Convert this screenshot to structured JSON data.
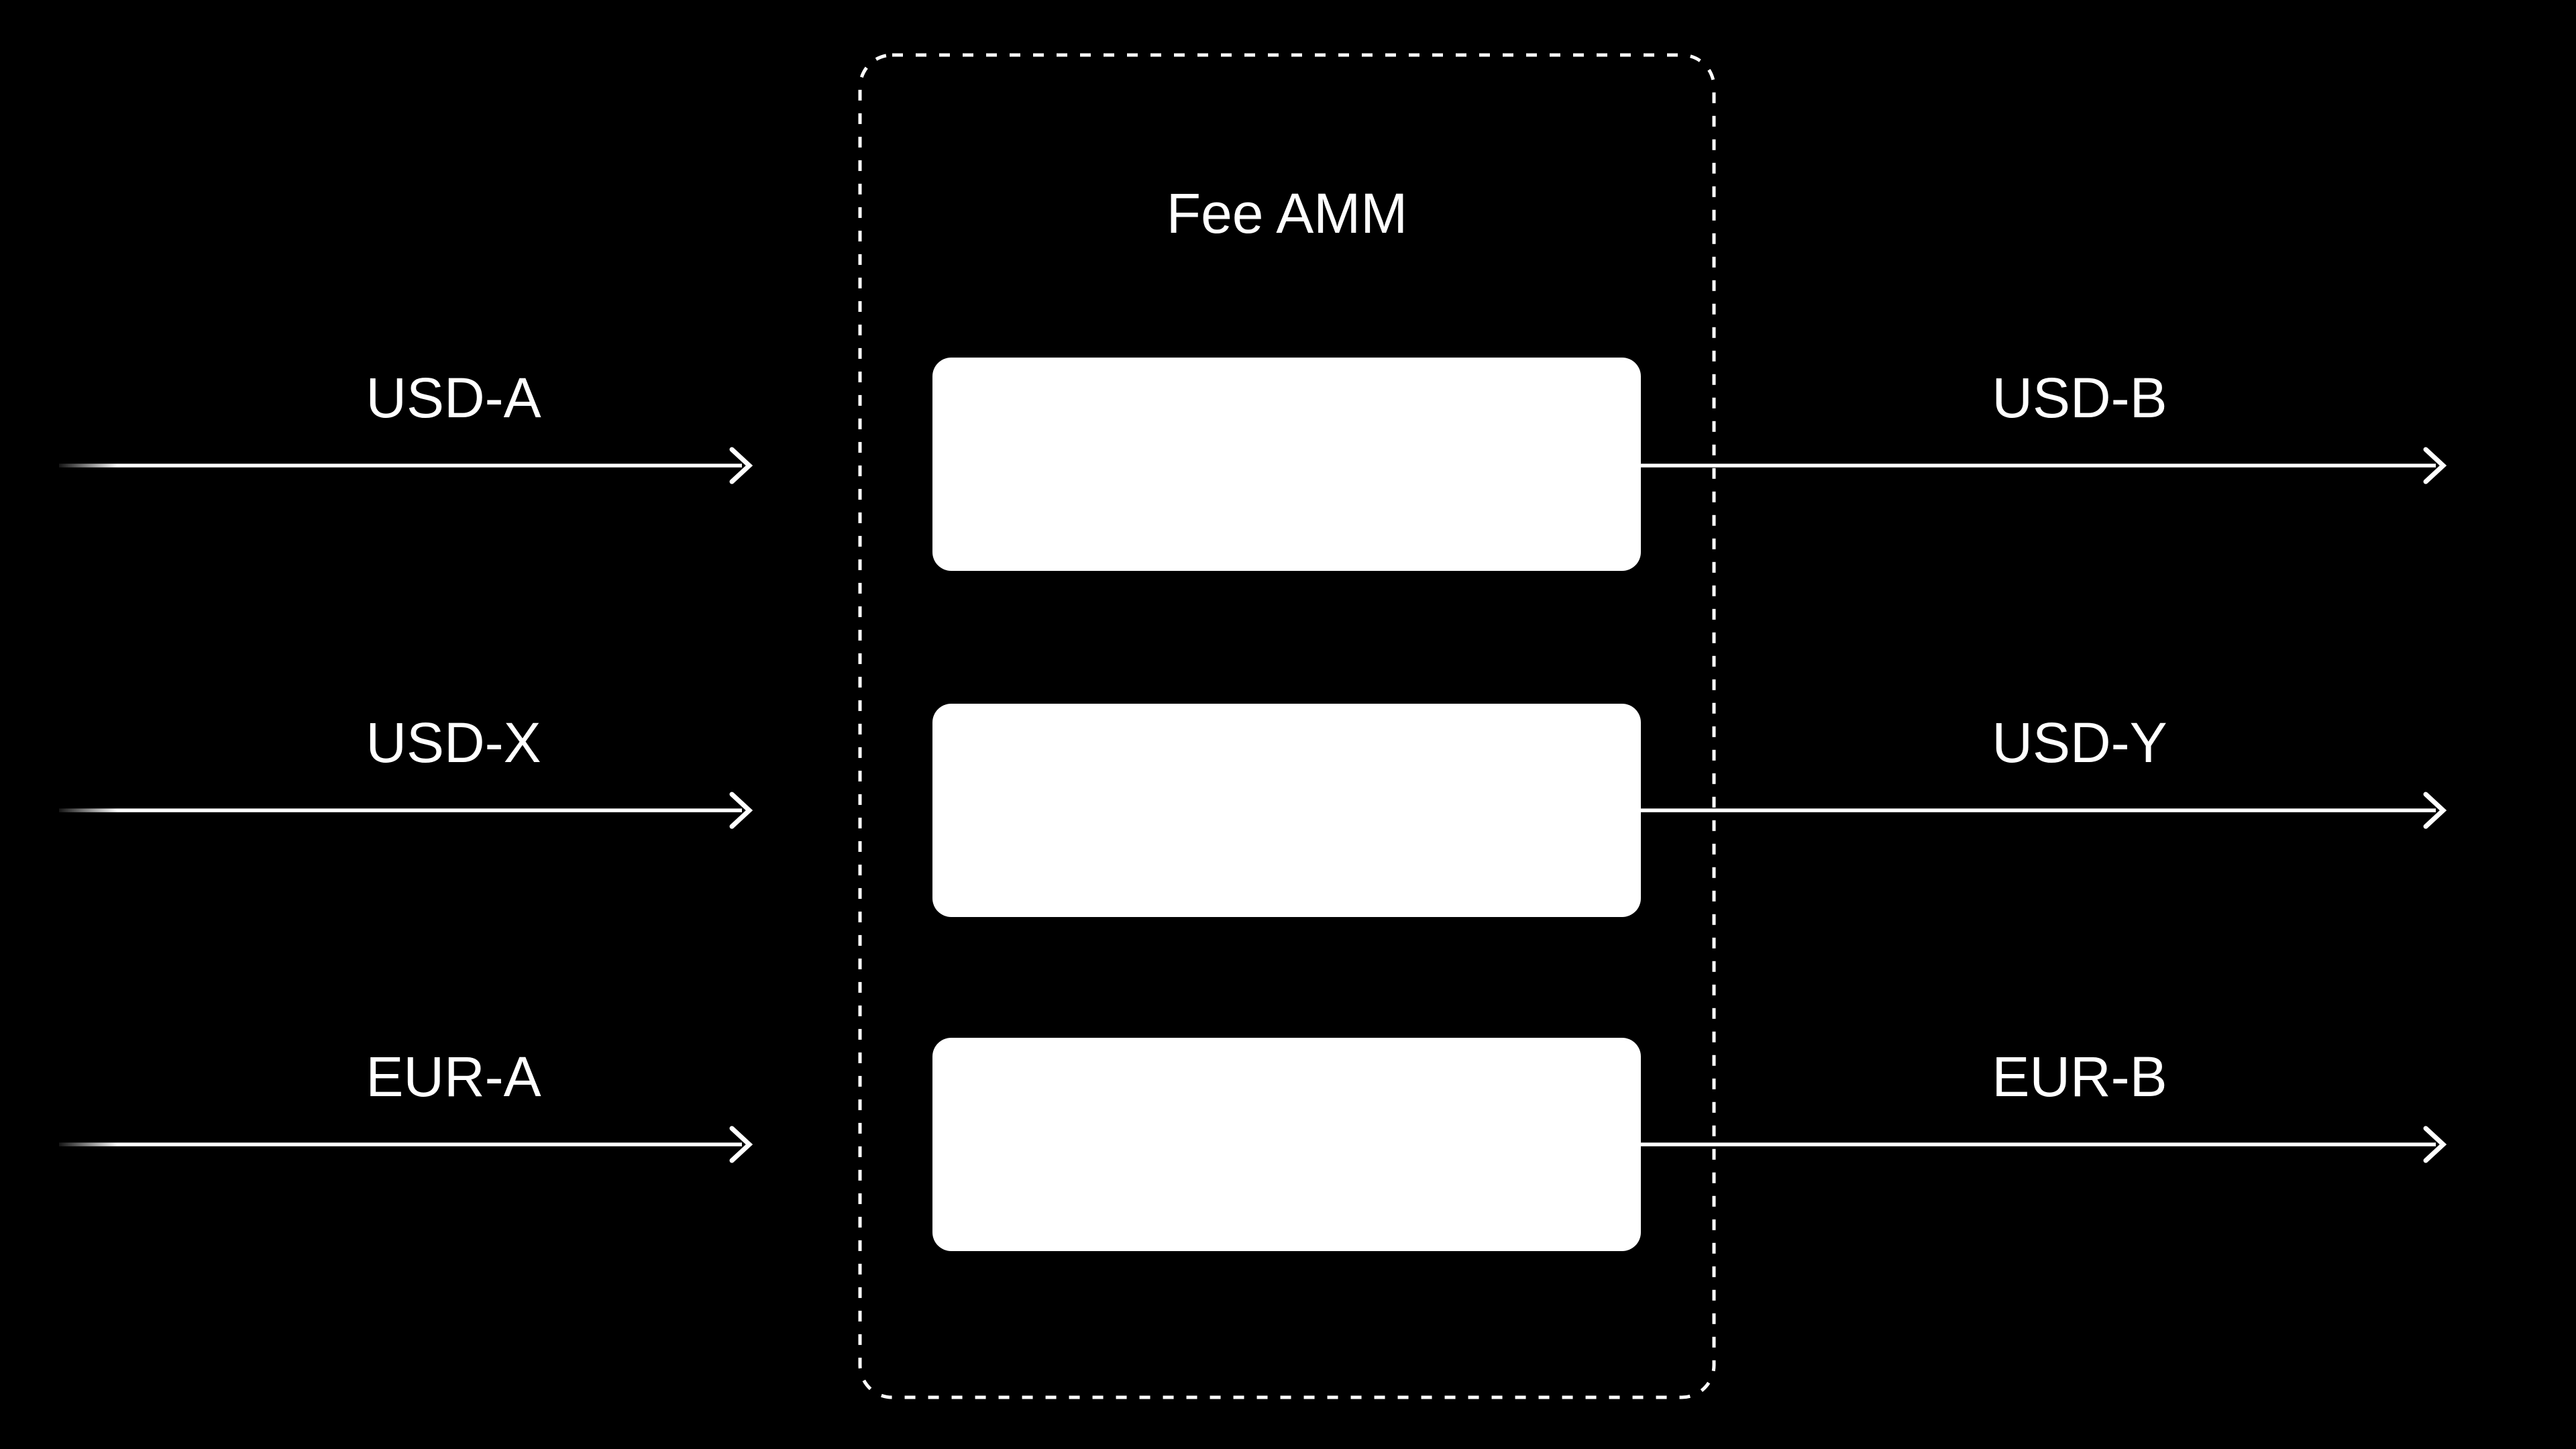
{
  "diagram": {
    "title": "Fee AMM",
    "rows": [
      {
        "input": "USD-A",
        "output": "USD-B"
      },
      {
        "input": "USD-X",
        "output": "USD-Y"
      },
      {
        "input": "EUR-A",
        "output": "EUR-B"
      }
    ],
    "colors": {
      "background": "#000000",
      "foreground": "#ffffff"
    }
  }
}
